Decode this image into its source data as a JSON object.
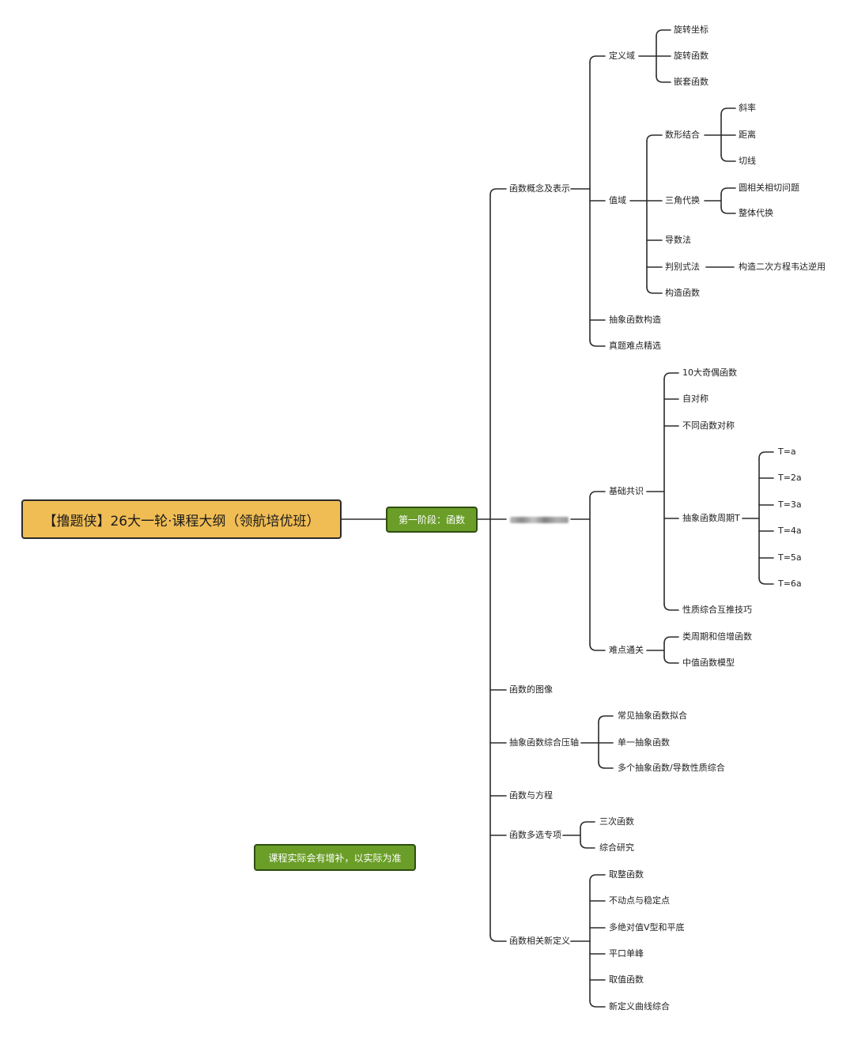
{
  "root": "【撸题侠】26大一轮·课程大纲（领航培优班）",
  "stage": "第一阶段：函数",
  "note": "课程实际会有增补，以实际为准",
  "l1": {
    "concept": "函数概念及表示",
    "image": "函数的图像",
    "abstract_axis": "抽象函数综合压轴",
    "equation": "函数与方程",
    "multi": "函数多选专项",
    "newdef": "函数相关新定义"
  },
  "concept": {
    "domain": "定义域",
    "range": "值域",
    "abstract_build": "抽象函数构造",
    "real": "真题难点精选"
  },
  "domain": [
    "旋转坐标",
    "旋转函数",
    "嵌套函数"
  ],
  "range": {
    "shape": "数形结合",
    "trig": "三角代换",
    "deriv": "导数法",
    "disc": "判别式法",
    "build": "构造函数"
  },
  "shape": [
    "斜率",
    "距离",
    "切线"
  ],
  "trig": [
    "圆相关相切问题",
    "整体代换"
  ],
  "disc": [
    "构造二次方程韦达逆用"
  ],
  "prop": {
    "basic": "基础共识",
    "hard": "难点通关"
  },
  "basic": {
    "i1": "10大奇偶函数",
    "i2": "自对称",
    "i3": "不同函数对称",
    "period": "抽象函数周期T",
    "i5": "性质综合互推技巧"
  },
  "period": [
    "T=a",
    "T=2a",
    "T=3a",
    "T=4a",
    "T=5a",
    "T=6a"
  ],
  "hard": [
    "类周期和倍增函数",
    "中值函数模型"
  ],
  "abstract_axis": [
    "常见抽象函数拟合",
    "单一抽象函数",
    "多个抽象函数/导数性质综合"
  ],
  "multi": [
    "三次函数",
    "综合研究"
  ],
  "newdef": [
    "取整函数",
    "不动点与稳定点",
    "多绝对值V型和平底",
    "平口单峰",
    "取值函数",
    "新定义曲线综合"
  ]
}
